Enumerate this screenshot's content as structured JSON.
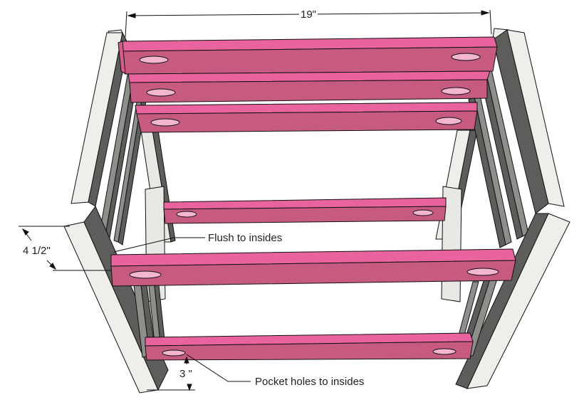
{
  "dimensions": {
    "top_width": "19\"",
    "side_height": "4 1/2\"",
    "bottom_offset": "3 \""
  },
  "callouts": {
    "flush": "Flush to insides",
    "pocket": "Pocket holes to insides"
  },
  "colors": {
    "rail_face": "#c65a80",
    "rail_top": "#e9649e",
    "rail_edge": "#d35c8a",
    "pocket_hole": "#f3b6ce",
    "frame_light": "#eeeeea",
    "frame_dark": "#5d5d5b",
    "frame_mid": "#8e8e8a",
    "line": "#111111"
  }
}
